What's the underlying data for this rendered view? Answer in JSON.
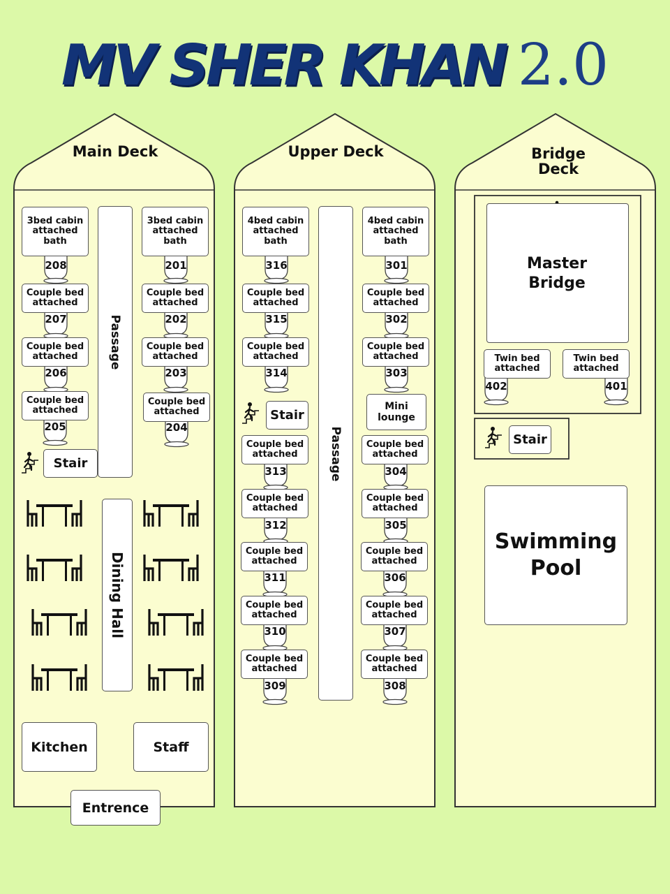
{
  "title": {
    "main": "MV SHER KHAN",
    "version": "2.0"
  },
  "colors": {
    "background": "#dcf9a8",
    "deck_fill": "#fbfdd0",
    "title": "#123377"
  },
  "decks": {
    "main": {
      "label": "Main Deck",
      "passage": "Passage",
      "dining": "Dining Hall",
      "stair": "Stair",
      "kitchen": "Kitchen",
      "staff": "Staff",
      "entrance": "Entrence"
    },
    "upper": {
      "label": "Upper Deck",
      "passage": "Passage",
      "stair": "Stair",
      "lounge": "Mini lounge"
    },
    "bridge": {
      "label": "Bridge Deck",
      "master": "Master Bridge",
      "stair": "Stair",
      "pool": "Swimming Pool"
    }
  },
  "cabins": {
    "main_left": [
      {
        "type": "3bed cabin attached bath",
        "number": "208"
      },
      {
        "type": "Couple bed attached",
        "number": "207"
      },
      {
        "type": "Couple bed attached",
        "number": "206"
      },
      {
        "type": "Couple bed attached",
        "number": "205"
      }
    ],
    "main_right": [
      {
        "type": "3bed cabin attached bath",
        "number": "201"
      },
      {
        "type": "Couple bed attached",
        "number": "202"
      },
      {
        "type": "Couple bed attached",
        "number": "203"
      },
      {
        "type": "Couple bed attached",
        "number": "204"
      }
    ],
    "upper_left": [
      {
        "type": "4bed cabin attached bath",
        "number": "316"
      },
      {
        "type": "Couple bed attached",
        "number": "315"
      },
      {
        "type": "Couple bed attached",
        "number": "314"
      },
      {
        "type": "Couple bed attached",
        "number": "313"
      },
      {
        "type": "Couple bed attached",
        "number": "312"
      },
      {
        "type": "Couple bed attached",
        "number": "311"
      },
      {
        "type": "Couple bed attached",
        "number": "310"
      },
      {
        "type": "Couple bed attached",
        "number": "309"
      }
    ],
    "upper_right": [
      {
        "type": "4bed cabin attached bath",
        "number": "301"
      },
      {
        "type": "Couple bed attached",
        "number": "302"
      },
      {
        "type": "Couple bed attached",
        "number": "303"
      },
      {
        "type": "Couple bed attached",
        "number": "304"
      },
      {
        "type": "Couple bed attached",
        "number": "305"
      },
      {
        "type": "Couple bed attached",
        "number": "306"
      },
      {
        "type": "Couple bed attached",
        "number": "307"
      },
      {
        "type": "Couple bed attached",
        "number": "308"
      }
    ],
    "bridge": [
      {
        "type": "Twin bed attached",
        "number": "402"
      },
      {
        "type": "Twin bed attached",
        "number": "401"
      }
    ]
  },
  "icons": [
    "ship-wheel-icon",
    "stair-icon",
    "dining-table-icon",
    "toilet-icon"
  ]
}
